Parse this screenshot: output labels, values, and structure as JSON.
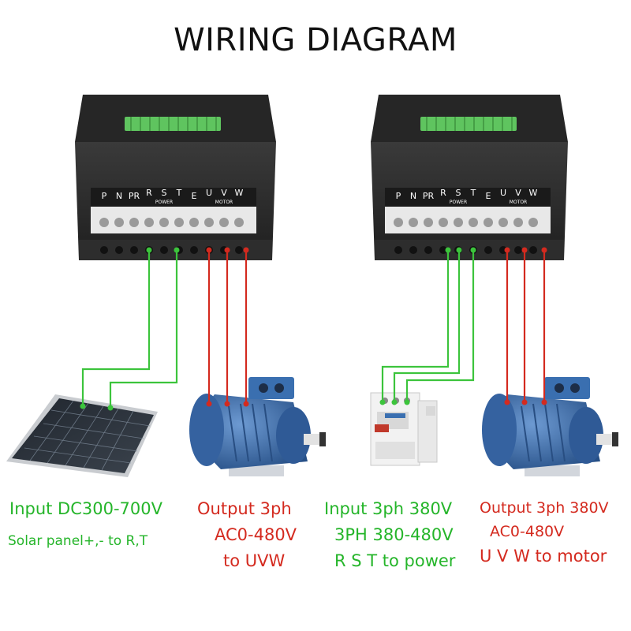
{
  "title": "WIRING DIAGRAM",
  "terminals": {
    "labels": [
      "P",
      "N",
      "PR",
      "R",
      "S",
      "T",
      "E",
      "U",
      "V",
      "W"
    ],
    "power_label": "POWER",
    "motor_label": "MOTOR"
  },
  "left": {
    "line1": "Input DC300-700V",
    "line2": "Solar panel+,- to R,T",
    "out1": "Output 3ph",
    "out2": "AC0-480V",
    "out3": "to UVW"
  },
  "right": {
    "line1": "Input 3ph 380V",
    "line2": "3PH 380-480V",
    "line3": "R S T to power",
    "out1": "Output 3ph 380V",
    "out2": "AC0-480V",
    "out3": "U V W to motor"
  },
  "colors": {
    "wire_green": "#3cc43c",
    "wire_red": "#d42a1f",
    "device": "#2b2b2b",
    "connector": "#5fc45f",
    "motor": "#3a6fb0"
  }
}
